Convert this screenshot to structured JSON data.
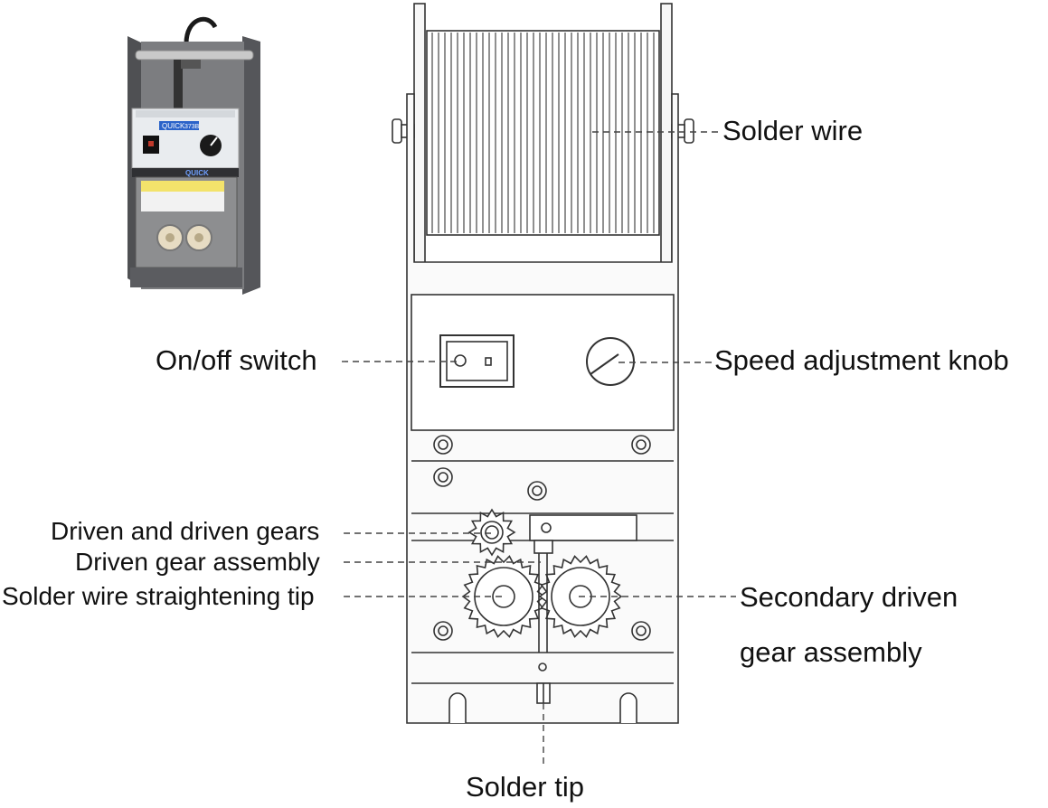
{
  "colors": {
    "line": "#333333",
    "fill": "#f7f7f7",
    "photo_steel": "#6e6f72",
    "photo_panel": "#e9ecef",
    "photo_brand": "#2b63c9"
  },
  "photo": {
    "brand_text": "QUICK",
    "model_text": "373B",
    "brand_text_lower": "QUICK"
  },
  "labels": {
    "solder_wire": "Solder wire",
    "on_off_switch": "On/off switch",
    "speed_knob": "Speed adjustment knob",
    "driven_gears": "Driven and driven gears",
    "driven_gear_assembly": "Driven gear assembly",
    "straightening_tip": "Solder wire straightening tip",
    "secondary_gear_line1": "Secondary driven",
    "secondary_gear_line2": "gear assembly",
    "solder_tip": "Solder tip"
  }
}
